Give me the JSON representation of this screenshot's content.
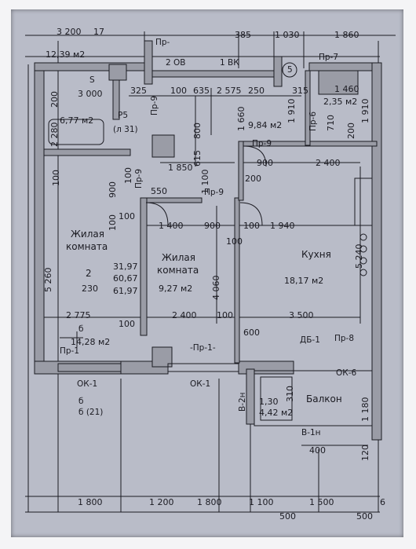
{
  "colors": {
    "paper": "#b9bcc8",
    "ink": "#1b1b22",
    "wall": "#9a9ca6"
  },
  "rooms": {
    "living1": {
      "name_line1": "Жилая",
      "name_line2": "комната",
      "count": "2",
      "number": "230",
      "area_total1": "31,97",
      "area_total2": "60,67",
      "area_total3": "61,97"
    },
    "living2": {
      "name_line1": "Жилая",
      "name_line2": "комната",
      "area": "9,27 м2"
    },
    "kitchen": {
      "name": "Кухня",
      "area": "18,17 м2"
    },
    "balcony": {
      "name": "Балкон",
      "coef": "1,30",
      "area": "4,42 м2"
    },
    "bath": {
      "area": "6,77 м2"
    },
    "hall": {
      "area": "9,84 м2"
    },
    "wc": {
      "area": "2,35 м2"
    },
    "corridor": {
      "area": "14,28 м2"
    },
    "top_area": {
      "area": "12,39 м2"
    }
  },
  "tags": {
    "p5": "Р5",
    "p5_ref": "(л 31)",
    "pr7": "Пр-7",
    "pr8": "Пр-8",
    "pr9a": "Пр-9",
    "pr9b": "Пр-9",
    "pr9c": "Пр-9",
    "pr9d": "Пр-9",
    "pr6": "Пр-6",
    "pr1a": "Пр-1",
    "pr1b": "-Пр-1-",
    "pr_top": "Пр-",
    "ok1a": "ОК-1",
    "ok1b": "ОК-1",
    "ok6": "ОК-6",
    "db1": "ДБ-1",
    "v2n": "В-2н",
    "v1n": "В-1н",
    "ov2": "2 ОВ",
    "vk1": "1 ВК",
    "circle5": "5",
    "sec_b": "б",
    "sec_b21": "б (21)",
    "sec_b2": "б",
    "s": "S"
  },
  "dims": {
    "top": [
      "3 200",
      "17",
      "385",
      "1 030",
      "1 860"
    ],
    "row2": [
      "3 000",
      "325",
      "100",
      "635",
      "2 575",
      "250",
      "315",
      "1 460"
    ],
    "vert": [
      "200",
      "2 280",
      "800",
      "1 660",
      "1 910",
      "710",
      "200",
      "1 910",
      "615",
      "1 100",
      "100",
      "900",
      "100",
      "550",
      "5 260",
      "4 060",
      "5 240",
      "100",
      "310",
      "1 180",
      "120"
    ],
    "mid": [
      "1 850",
      "900",
      "2 400",
      "200",
      "1 400",
      "900",
      "100",
      "1 940",
      "100",
      "2 775",
      "2 400",
      "100",
      "3 500",
      "600",
      "400",
      "100",
      "100"
    ],
    "bottom": [
      "1 800",
      "1 200",
      "1 800",
      "1 100",
      "1 500",
      "6"
    ],
    "bottom2": [
      "500",
      "500"
    ]
  }
}
